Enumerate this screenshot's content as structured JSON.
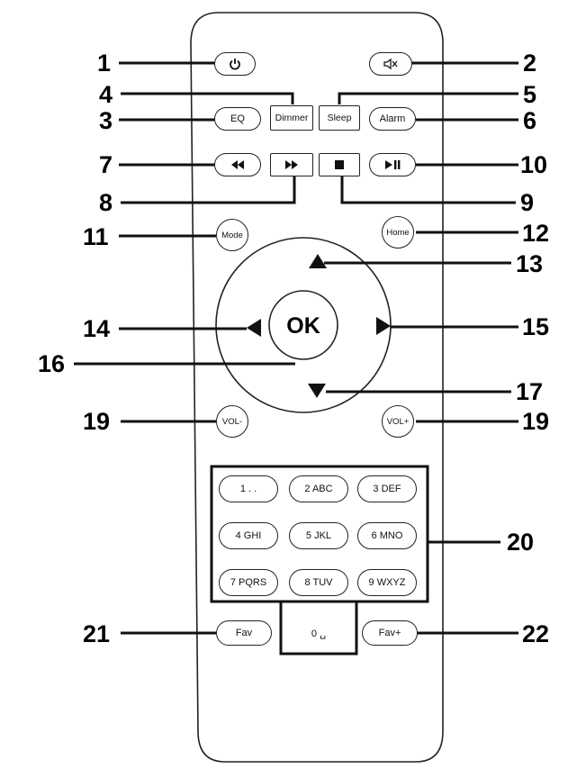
{
  "remote": {
    "buttons": {
      "power": {
        "icon": "power-icon"
      },
      "mute": {
        "icon": "mute-speaker-icon"
      },
      "dimmer": "Dimmer",
      "sleep": "Sleep",
      "eq": "EQ",
      "alarm": "Alarm",
      "rewind": {
        "icon": "rewind-icon"
      },
      "fast_forward": {
        "icon": "fast-forward-icon"
      },
      "stop": {
        "icon": "stop-icon"
      },
      "play_pause": {
        "icon": "play-pause-icon"
      },
      "mode": "Mode",
      "home": "Home",
      "ok": "OK",
      "up": {
        "icon": "arrow-up-icon"
      },
      "left": {
        "icon": "arrow-left-icon"
      },
      "right": {
        "icon": "arrow-right-icon"
      },
      "down": {
        "icon": "arrow-down-icon"
      },
      "vol_minus": "VOL-",
      "vol_plus": "VOL+",
      "fav_minus": "Fav",
      "fav_plus": "Fav+",
      "zero": "0 ␣"
    },
    "keypad": [
      [
        "1 . .",
        "2 ABC",
        "3 DEF"
      ],
      [
        "4 GHI",
        "5 JKL",
        "6 MNO"
      ],
      [
        "7 PQRS",
        "8 TUV",
        "9 WXYZ"
      ]
    ]
  },
  "callouts": {
    "c1": "1",
    "c2": "2",
    "c3": "3",
    "c4": "4",
    "c5": "5",
    "c6": "6",
    "c7": "7",
    "c8": "8",
    "c9": "9",
    "c10": "10",
    "c11": "11",
    "c12": "12",
    "c13": "13",
    "c14": "14",
    "c15": "15",
    "c16": "16",
    "c17": "17",
    "c19a": "19",
    "c19b": "19",
    "c20": "20",
    "c21": "21",
    "c22": "22"
  },
  "colors": {
    "ink": "#111111",
    "body": "#ffffff"
  }
}
